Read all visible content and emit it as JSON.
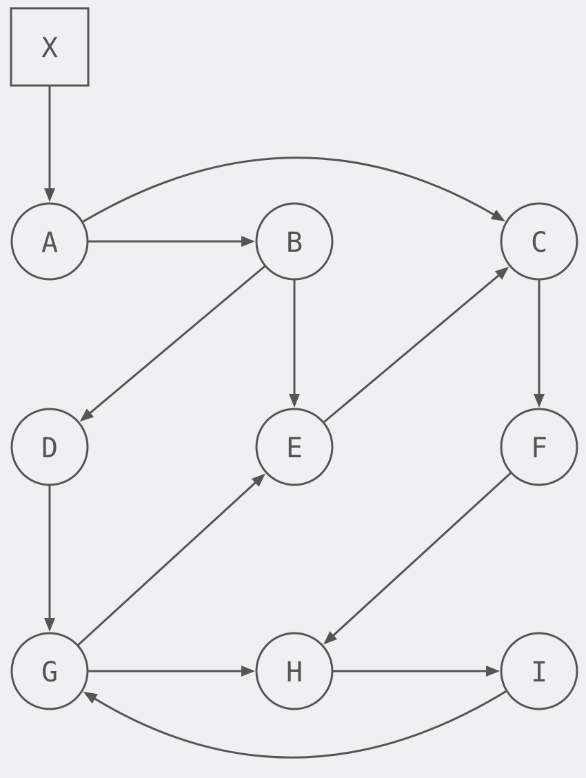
{
  "diagram": {
    "type": "directed-graph",
    "colors": {
      "background": "#eef0f1",
      "stroke": "#555555",
      "text": "#555555"
    },
    "nodes": [
      {
        "id": "X",
        "label": "X",
        "shape": "box"
      },
      {
        "id": "A",
        "label": "A",
        "shape": "circle"
      },
      {
        "id": "B",
        "label": "B",
        "shape": "circle"
      },
      {
        "id": "C",
        "label": "C",
        "shape": "circle"
      },
      {
        "id": "D",
        "label": "D",
        "shape": "circle"
      },
      {
        "id": "E",
        "label": "E",
        "shape": "circle"
      },
      {
        "id": "F",
        "label": "F",
        "shape": "circle"
      },
      {
        "id": "G",
        "label": "G",
        "shape": "circle"
      },
      {
        "id": "H",
        "label": "H",
        "shape": "circle"
      },
      {
        "id": "I",
        "label": "I",
        "shape": "circle"
      }
    ],
    "edges": [
      {
        "from": "X",
        "to": "A"
      },
      {
        "from": "A",
        "to": "B"
      },
      {
        "from": "A",
        "to": "C"
      },
      {
        "from": "B",
        "to": "D"
      },
      {
        "from": "B",
        "to": "E"
      },
      {
        "from": "E",
        "to": "C"
      },
      {
        "from": "C",
        "to": "F"
      },
      {
        "from": "D",
        "to": "G"
      },
      {
        "from": "G",
        "to": "E"
      },
      {
        "from": "F",
        "to": "H"
      },
      {
        "from": "G",
        "to": "H"
      },
      {
        "from": "H",
        "to": "I"
      },
      {
        "from": "I",
        "to": "G"
      }
    ]
  }
}
